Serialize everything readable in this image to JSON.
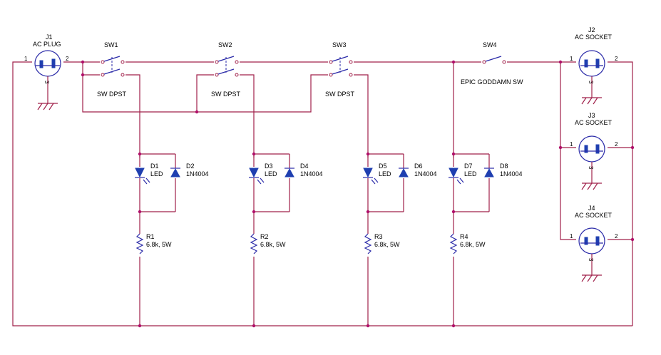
{
  "plug": {
    "ref": "J1",
    "value": "AC PLUG",
    "pin1": "1",
    "pin2": "2",
    "pin3": "3"
  },
  "switches": [
    {
      "ref": "SW1",
      "value": "SW DPST"
    },
    {
      "ref": "SW2",
      "value": "SW DPST"
    },
    {
      "ref": "SW3",
      "value": "SW DPST"
    },
    {
      "ref": "SW4",
      "value": "EPIC GODDAMN SW"
    }
  ],
  "stages": [
    {
      "led": {
        "ref": "D1",
        "value": "LED"
      },
      "diode": {
        "ref": "D2",
        "value": "1N4004"
      },
      "resistor": {
        "ref": "R1",
        "value": "6.8k, 5W"
      }
    },
    {
      "led": {
        "ref": "D3",
        "value": "LED"
      },
      "diode": {
        "ref": "D4",
        "value": "1N4004"
      },
      "resistor": {
        "ref": "R2",
        "value": "6.8k, 5W"
      }
    },
    {
      "led": {
        "ref": "D5",
        "value": "LED"
      },
      "diode": {
        "ref": "D6",
        "value": "1N4004"
      },
      "resistor": {
        "ref": "R3",
        "value": "6.8k, 5W"
      }
    },
    {
      "led": {
        "ref": "D7",
        "value": "LED"
      },
      "diode": {
        "ref": "D8",
        "value": "1N4004"
      },
      "resistor": {
        "ref": "R4",
        "value": "6.8k, 5W"
      }
    }
  ],
  "sockets": [
    {
      "ref": "J2",
      "value": "AC SOCKET",
      "pin1": "1",
      "pin2": "2",
      "pin3": "3"
    },
    {
      "ref": "J3",
      "value": "AC SOCKET",
      "pin1": "1",
      "pin2": "2",
      "pin3": "3"
    },
    {
      "ref": "J4",
      "value": "AC SOCKET",
      "pin1": "1",
      "pin2": "2",
      "pin3": "3"
    }
  ],
  "colors": {
    "wire": "#a0204a",
    "part": "#2a2aa8",
    "junction": "#b0106a"
  }
}
